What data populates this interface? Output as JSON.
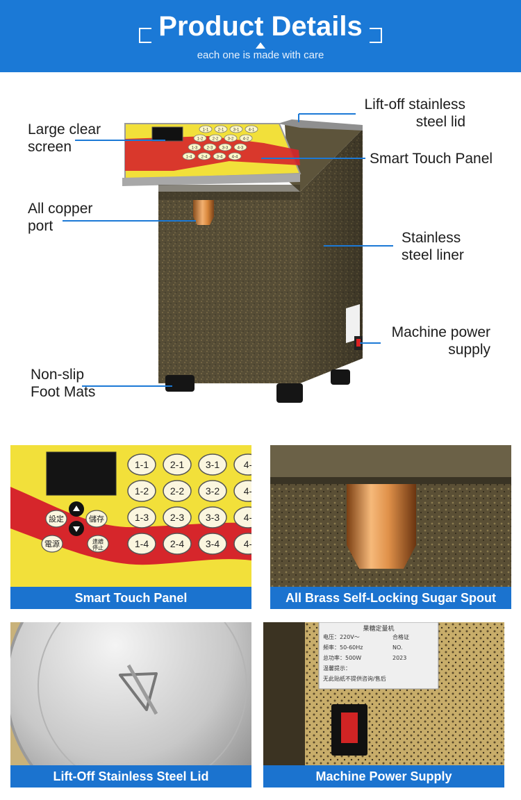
{
  "header": {
    "title": "Product Details",
    "subtitle": "each one is made with care"
  },
  "callouts": {
    "lid": [
      "Lift-off stainless",
      "steel lid"
    ],
    "screen": [
      "Large clear",
      "screen"
    ],
    "touch_panel": "Smart Touch Panel",
    "copper_port": [
      "All copper",
      "port"
    ],
    "liner": [
      "Stainless",
      "steel liner"
    ],
    "power": [
      "Machine power",
      "supply"
    ],
    "feet": [
      "Non-slip",
      "Foot Mats"
    ]
  },
  "machine_keys": [
    "1-1",
    "2-1",
    "3-1",
    "4-1",
    "1-2",
    "2-2",
    "3-2",
    "4-2",
    "1-3",
    "2-3",
    "3-3",
    "4-3",
    "1-4",
    "2-4",
    "3-4",
    "4-4"
  ],
  "panel_keypad": {
    "buttons": [
      "設定",
      "儲存",
      "電源",
      "連續\n停止"
    ],
    "keys": [
      [
        "1-1",
        "2-1",
        "3-1",
        "4-"
      ],
      [
        "1-2",
        "2-2",
        "3-2",
        "4-"
      ],
      [
        "1-3",
        "2-3",
        "3-3",
        "4-"
      ],
      [
        "1-4",
        "2-4",
        "3-4",
        "4-"
      ]
    ]
  },
  "spec_plate": {
    "title": "果糖定量机",
    "lines": [
      "电压：220V～",
      "频率：50-60Hz",
      "总功率：500W",
      "温馨提示：",
      "无此贴纸不提供咨询/售后"
    ],
    "side_lines": [
      "合格证",
      "NO.",
      "2023"
    ]
  },
  "photos": {
    "touch_panel": {
      "caption": "Smart Touch Panel"
    },
    "spout": {
      "caption": "All Brass Self-Locking Sugar Spout"
    },
    "lid": {
      "caption": "Lift-Off Stainless Steel Lid"
    },
    "power": {
      "caption": "Machine Power Supply"
    }
  },
  "colors": {
    "banner_blue": "#1b79d6",
    "caption_blue": "#1b73cf",
    "panel_yellow": "#f2e03a",
    "panel_red": "#d6262b",
    "body_brown": "#4f4733",
    "copper": "#d68a3a",
    "callout_line": "#1b79d6"
  }
}
